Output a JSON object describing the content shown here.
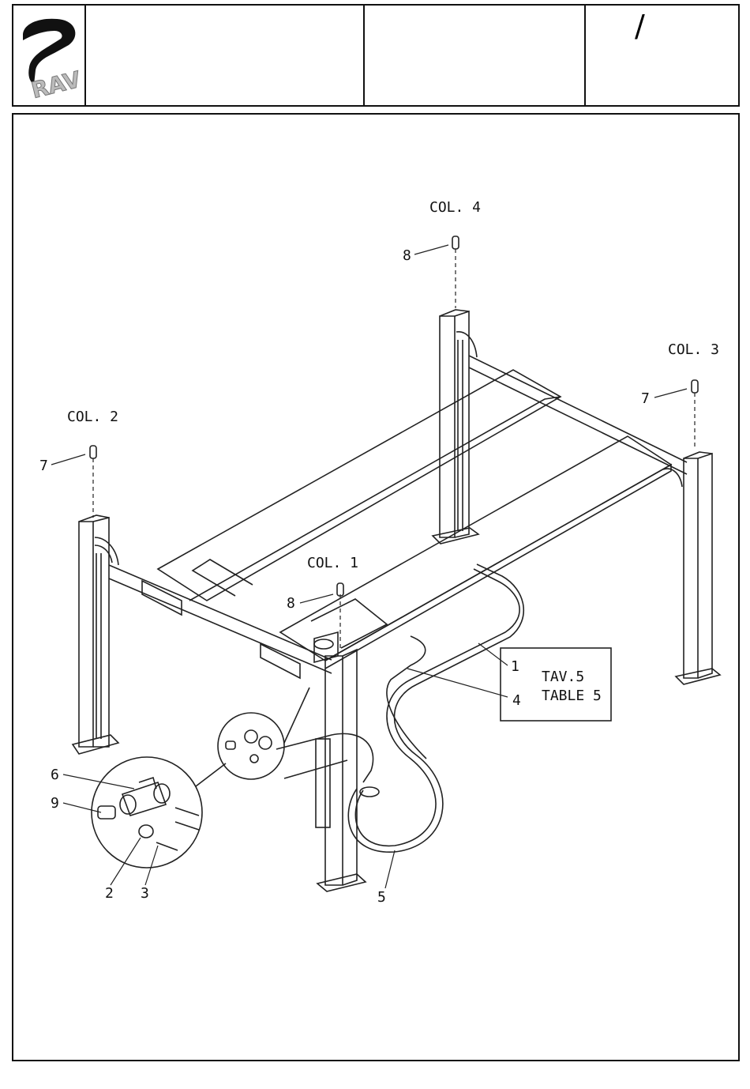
{
  "header": {
    "logo_text": "RAV",
    "page_mark": "/"
  },
  "drawing": {
    "column_labels": [
      "COL. 1",
      "COL. 2",
      "COL. 3",
      "COL. 4"
    ],
    "table_ref": [
      "TAV.5",
      "TABLE 5"
    ],
    "callouts": [
      "1",
      "2",
      "3",
      "4",
      "5",
      "6",
      "7",
      "7",
      "8",
      "8",
      "9"
    ]
  }
}
